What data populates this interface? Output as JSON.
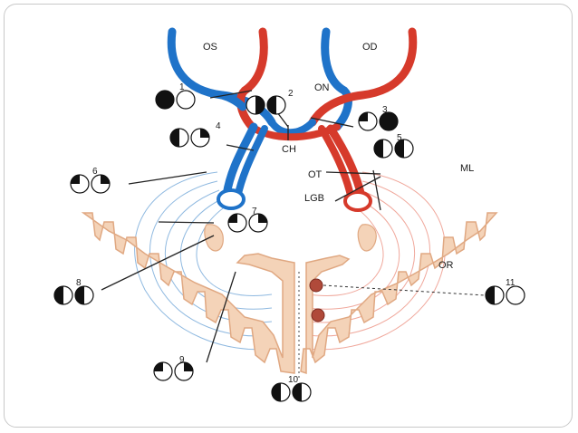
{
  "diagram": {
    "labels": {
      "os": "OS",
      "od": "OD",
      "on": "ON",
      "ch": "CH",
      "ot": "OT",
      "lgb": "LGB",
      "ml": "ML",
      "or": "OR"
    },
    "lesions": [
      {
        "number": "1",
        "left": "full",
        "right": "empty"
      },
      {
        "number": "2",
        "left": "right-half",
        "right": "left-half"
      },
      {
        "number": "3",
        "left": "quadrant",
        "right": "full"
      },
      {
        "number": "4",
        "left": "left-half",
        "right": "quadrant"
      },
      {
        "number": "5",
        "left": "left-half",
        "right": "left-half"
      },
      {
        "number": "6",
        "left": "quadrant",
        "right": "quadrant"
      },
      {
        "number": "7",
        "left": "quadrant",
        "right": "quadrant"
      },
      {
        "number": "8",
        "left": "left-half",
        "right": "left-half"
      },
      {
        "number": "9",
        "left": "quadrant",
        "right": "quadrant"
      },
      {
        "number": "10",
        "left": "left-half",
        "right": "left-half"
      },
      {
        "number": "11",
        "left": "left-half",
        "right": "empty"
      }
    ],
    "colors": {
      "left_pathway": "#1f73c9",
      "right_pathway": "#d63a2b",
      "cortex": "#e8b48f",
      "cortex_fill": "#f4d3b8",
      "nucleus": "#b04a3a"
    }
  }
}
